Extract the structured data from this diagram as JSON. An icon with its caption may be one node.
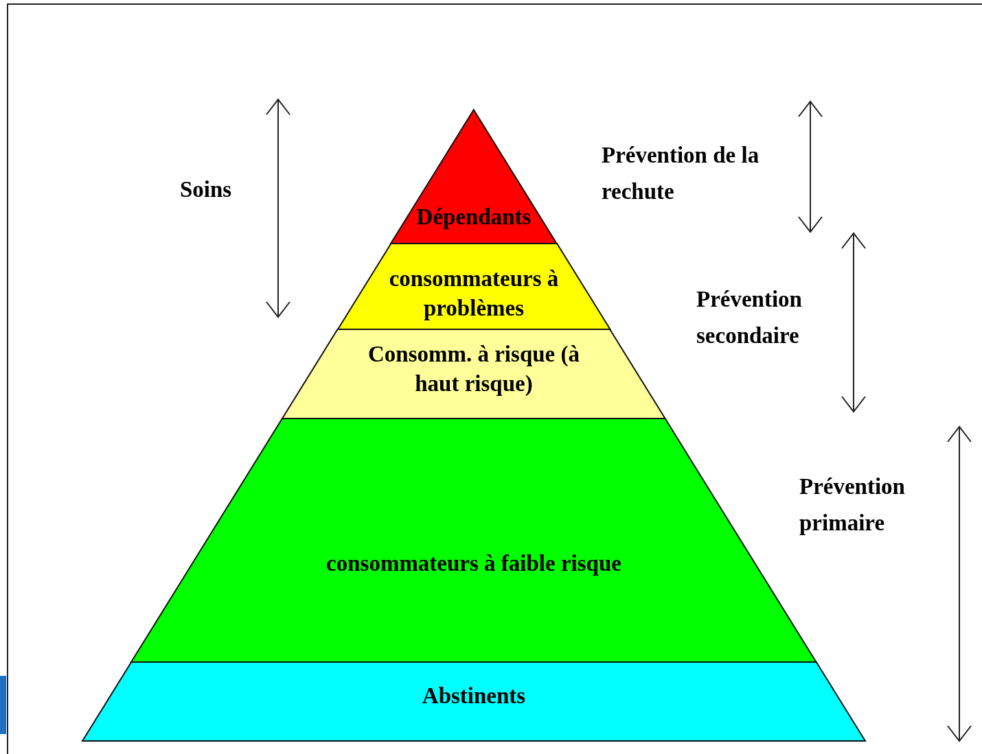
{
  "diagram": {
    "nodes": [
      {
        "text": [
          "Dépendants"
        ]
      },
      {
        "text": [
          "consommateurs à problèmes"
        ]
      },
      {
        "text": [
          "Consomm. à risque (à haut risque)"
        ]
      },
      {
        "text": [
          "consommateurs à faible risque"
        ]
      },
      {
        "text": [
          "Abstinents"
        ]
      }
    ],
    "labels": [
      "Soins",
      "Prévention de la rechute",
      "Prévention secondaire",
      "Prévention primaire"
    ]
  }
}
